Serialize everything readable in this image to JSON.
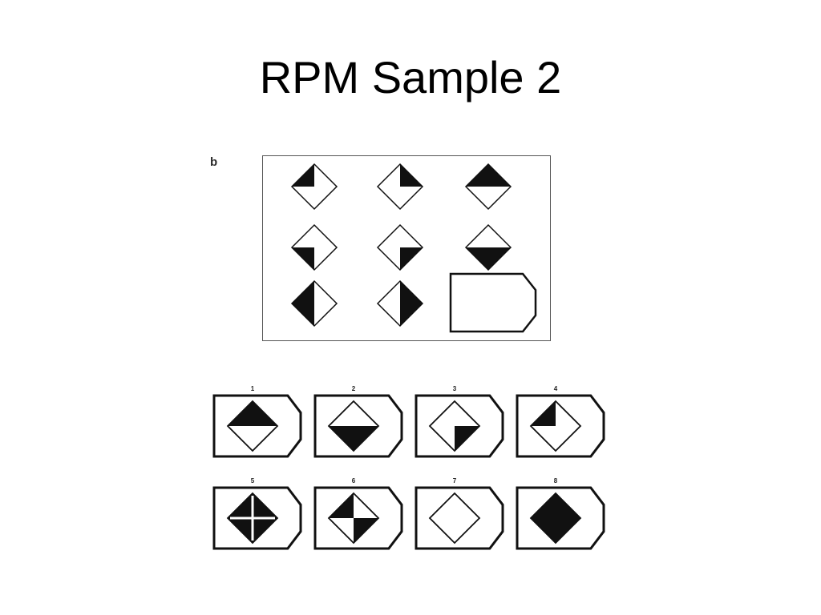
{
  "slide": {
    "title": "RPM Sample 2"
  },
  "panel_label": "b",
  "colors": {
    "ink": "#111111",
    "paper": "#ffffff"
  },
  "matrix": {
    "rows": [
      [
        {
          "shape": "diamond",
          "filled_quadrants": [
            "top-left"
          ]
        },
        {
          "shape": "diamond",
          "filled_quadrants": [
            "top-right"
          ]
        },
        {
          "shape": "diamond",
          "filled_quadrants": [
            "top-left",
            "top-right"
          ]
        }
      ],
      [
        {
          "shape": "diamond",
          "filled_quadrants": [
            "bottom-left"
          ]
        },
        {
          "shape": "diamond",
          "filled_quadrants": [
            "bottom-right"
          ]
        },
        {
          "shape": "diamond",
          "filled_quadrants": [
            "bottom-left",
            "bottom-right"
          ]
        }
      ],
      [
        {
          "shape": "diamond",
          "filled_quadrants": [
            "top-left",
            "bottom-left"
          ]
        },
        {
          "shape": "diamond",
          "filled_quadrants": [
            "top-right",
            "bottom-right"
          ]
        },
        {
          "shape": "empty-answer-slot"
        }
      ]
    ]
  },
  "options": [
    {
      "number": "1",
      "filled_quadrants": [
        "top-left",
        "top-right"
      ],
      "cross": false
    },
    {
      "number": "2",
      "filled_quadrants": [
        "bottom-left",
        "bottom-right"
      ],
      "cross": false
    },
    {
      "number": "3",
      "filled_quadrants": [
        "bottom-right"
      ],
      "cross": false
    },
    {
      "number": "4",
      "filled_quadrants": [
        "top-left"
      ],
      "cross": false
    },
    {
      "number": "5",
      "filled_quadrants": [
        "top-left",
        "top-right",
        "bottom-left",
        "bottom-right"
      ],
      "cross": true
    },
    {
      "number": "6",
      "filled_quadrants": [
        "top-left",
        "bottom-right"
      ],
      "cross": false
    },
    {
      "number": "7",
      "filled_quadrants": [],
      "cross": false
    },
    {
      "number": "8",
      "filled_quadrants": [
        "top-left",
        "top-right",
        "bottom-left",
        "bottom-right"
      ],
      "cross": false
    }
  ]
}
